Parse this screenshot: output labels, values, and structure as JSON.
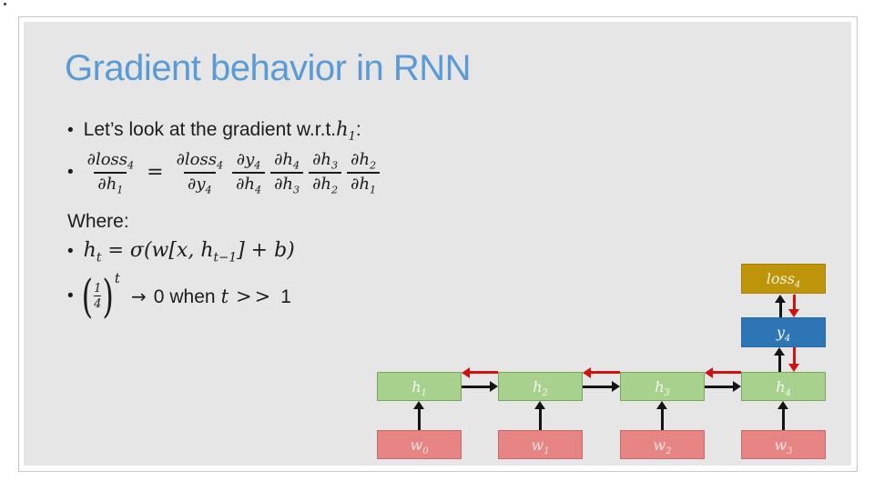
{
  "bullet_glyph": "•",
  "title": "Gradient behavior in RNN",
  "colors": {
    "slide_bg": "#e7e6e6",
    "title_blue": "#5b9bd5",
    "h_fill": "#a9d18e",
    "h_border": "#76a85c",
    "w_fill": "#e78585",
    "w_border": "#c96a6a",
    "y_fill": "#2e75b6",
    "y_border": "#2a6aa6",
    "loss_fill": "#bd940a",
    "loss_border": "#a5830a",
    "arrow_forward": "#141414",
    "arrow_backward": "#cf1212"
  },
  "intro": {
    "text": "Let’s look at the gradient w.r.t. ",
    "var_main": "h",
    "var_sub": "1",
    "suffix": ":"
  },
  "gradient_eq": {
    "lhs": {
      "num_main": "∂loss",
      "num_sub": "4",
      "den_main": "∂h",
      "den_sub": "1"
    },
    "equals": "=",
    "factors": [
      {
        "num_main": "∂loss",
        "num_sub": "4",
        "den_main": "∂y",
        "den_sub": "4"
      },
      {
        "num_main": "∂y",
        "num_sub": "4",
        "den_main": "∂h",
        "den_sub": "4"
      },
      {
        "num_main": "∂h",
        "num_sub": "4",
        "den_main": "∂h",
        "den_sub": "3"
      },
      {
        "num_main": "∂h",
        "num_sub": "3",
        "den_main": "∂h",
        "den_sub": "2"
      },
      {
        "num_main": "∂h",
        "num_sub": "2",
        "den_main": "∂h",
        "den_sub": "1"
      }
    ]
  },
  "where_label": "Where:",
  "ht_eq": {
    "lhs_main": "h",
    "lhs_sub": "t",
    "op": "=",
    "rhs_pre": "σ(w[x, h",
    "rhs_sub": "t−1",
    "rhs_post": "] + b)"
  },
  "decay_eq": {
    "open_paren": "(",
    "num": "1",
    "den": "4",
    "close_paren": ")",
    "exp": "t",
    "arrow": "→",
    "zero": "0",
    "when": "when",
    "var": "t",
    "much_greater": ">>",
    "one": "1"
  },
  "diagram": {
    "h_nodes": [
      {
        "main": "h",
        "sub": "1"
      },
      {
        "main": "h",
        "sub": "2"
      },
      {
        "main": "h",
        "sub": "3"
      },
      {
        "main": "h",
        "sub": "4"
      }
    ],
    "w_nodes": [
      {
        "main": "w",
        "sub": "0"
      },
      {
        "main": "w",
        "sub": "1"
      },
      {
        "main": "w",
        "sub": "2"
      },
      {
        "main": "w",
        "sub": "3"
      }
    ],
    "y_node": {
      "main": "y",
      "sub": "4"
    },
    "loss_node": {
      "main": "loss",
      "sub": "4"
    }
  }
}
